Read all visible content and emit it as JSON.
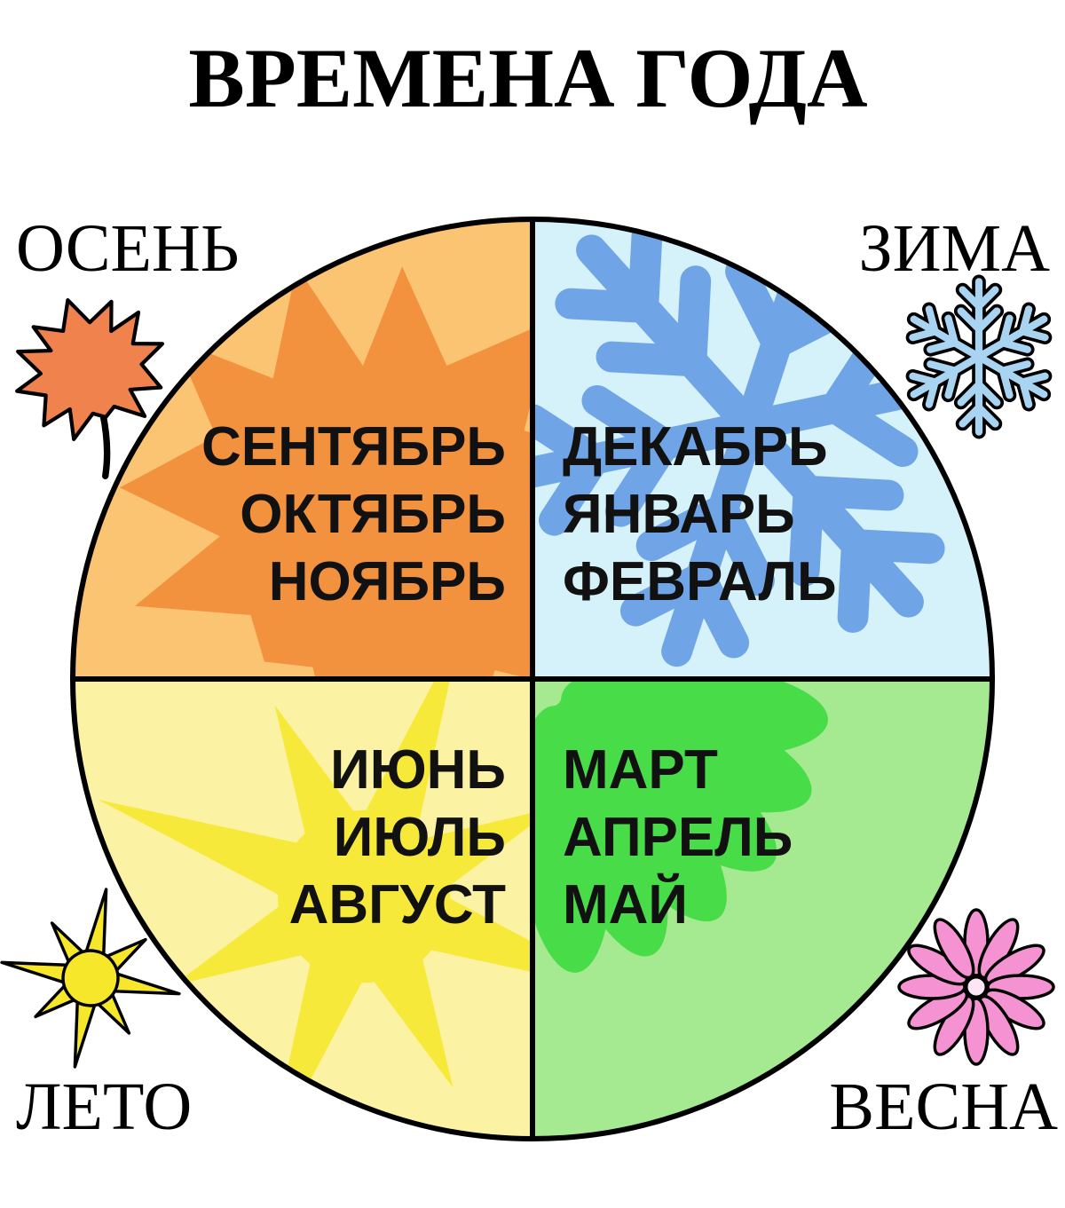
{
  "title": "ВРЕМЕНА ГОДА",
  "seasons": {
    "autumn": {
      "label": "ОСЕНЬ",
      "months": [
        "СЕНТЯБРЬ",
        "ОКТЯБРЬ",
        "НОЯБРЬ"
      ],
      "icon": "maple-leaf-icon",
      "colors": {
        "bg": "#FAC473",
        "accent": "#F2913E",
        "icon": "#F0824E"
      }
    },
    "winter": {
      "label": "ЗИМА",
      "months": [
        "ДЕКАБРЬ",
        "ЯНВАРЬ",
        "ФЕВРАЛЬ"
      ],
      "icon": "snowflake-icon",
      "colors": {
        "bg": "#D5F2FB",
        "accent": "#6FA5E6",
        "icon": "#A8D4F2"
      }
    },
    "summer": {
      "label": "ЛЕТО",
      "months": [
        "ИЮНЬ",
        "ИЮЛЬ",
        "АВГУСТ"
      ],
      "icon": "sun-icon",
      "colors": {
        "bg": "#FBF3A3",
        "accent": "#F6E93A",
        "icon": "#F6E72B"
      }
    },
    "spring": {
      "label": "ВЕСНА",
      "months": [
        "МАРТ",
        "АПРЕЛЬ",
        "МАЙ"
      ],
      "icon": "flower-icon",
      "colors": {
        "bg": "#A5EA90",
        "accent": "#49DC49",
        "icon": "#F492D2"
      }
    }
  }
}
